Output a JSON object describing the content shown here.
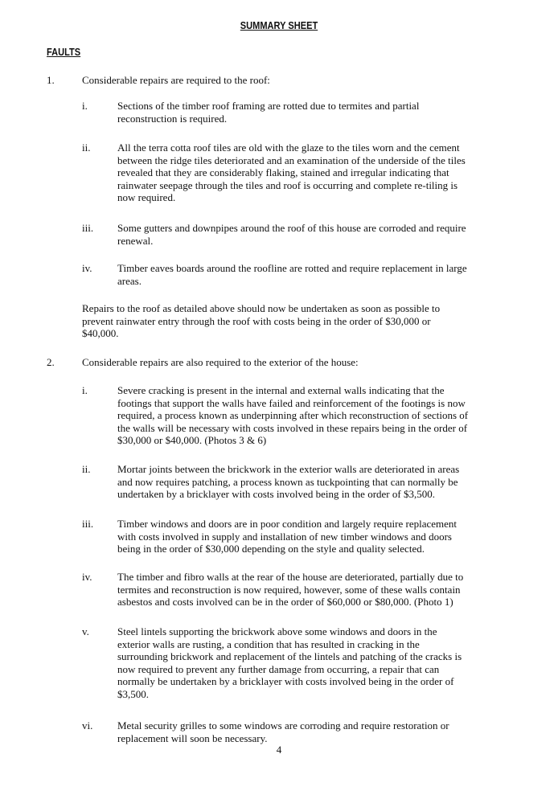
{
  "title": "SUMMARY SHEET",
  "section": "FAULTS",
  "items": [
    {
      "number": "1.",
      "lines": [
        "Considerable repairs are required to the roof:"
      ],
      "subitems": [
        {
          "numeral": "i.",
          "lines": [
            "Sections of the timber roof framing are rotted due to termites and partial",
            "reconstruction is required."
          ]
        },
        {
          "numeral": "ii.",
          "lines": [
            "All the terra cotta roof tiles are old with the glaze to the tiles worn and the cement",
            "between the ridge tiles deteriorated and an examination of the underside of the tiles",
            "revealed that they are considerably flaking, stained and irregular indicating that",
            "rainwater seepage through the tiles and roof is occurring and complete re-tiling is",
            "now required."
          ]
        },
        {
          "numeral": "iii.",
          "lines": [
            "Some gutters and downpipes around the roof of this house are corroded and require",
            "renewal."
          ]
        },
        {
          "numeral": "iv.",
          "lines": [
            "Timber eaves boards around the roofline are rotted and require replacement in large",
            "areas."
          ]
        }
      ],
      "closing": [
        "Repairs to the roof as detailed above should now be undertaken as soon as possible to",
        "prevent rainwater entry through the roof with costs being in the order of $30,000 or",
        "$40,000."
      ]
    },
    {
      "number": "2.",
      "lines": [
        "Considerable repairs are also required to the exterior of the house:"
      ],
      "subitems": [
        {
          "numeral": "i.",
          "lines": [
            "Severe cracking is present in the internal and external walls indicating that the",
            "footings that support the walls have failed and reinforcement of the footings is now",
            "required, a process known as underpinning after which reconstruction of sections of",
            "the walls will be necessary with costs involved in these repairs being in the order of",
            "$30,000 or $40,000.  (Photos 3 & 6)"
          ]
        },
        {
          "numeral": "ii.",
          "lines": [
            "Mortar joints between the brickwork in the exterior walls are deteriorated in areas",
            "and now requires patching, a process known as tuckpointing that can normally be",
            "undertaken by a bricklayer with costs involved being in the order of $3,500."
          ]
        },
        {
          "numeral": "iii.",
          "lines": [
            "Timber windows and doors are in poor condition and largely require replacement",
            "with costs involved in supply and installation of new timber windows and doors",
            "being in the order of $30,000 depending on the style and quality selected."
          ]
        },
        {
          "numeral": "iv.",
          "lines": [
            "The timber and fibro walls at the rear of the house are deteriorated, partially due to",
            "termites and reconstruction is now required, however, some of these walls contain",
            "asbestos and costs involved can be in the order of $60,000 or $80,000. (Photo 1)"
          ]
        },
        {
          "numeral": "v.",
          "lines": [
            "Steel lintels supporting the brickwork above some windows and doors in the",
            "exterior walls are rusting, a condition that has resulted in cracking in the",
            "surrounding brickwork and replacement of the lintels and patching of the cracks is",
            "now required to prevent any further damage from occurring, a repair that can",
            "normally be undertaken by a bricklayer with costs involved being in the order of",
            "$3,500."
          ]
        },
        {
          "numeral": "vi.",
          "lines": [
            "Metal security grilles to some windows are corroding and require restoration or",
            "replacement will soon be necessary."
          ]
        }
      ]
    }
  ],
  "page_number": "4"
}
